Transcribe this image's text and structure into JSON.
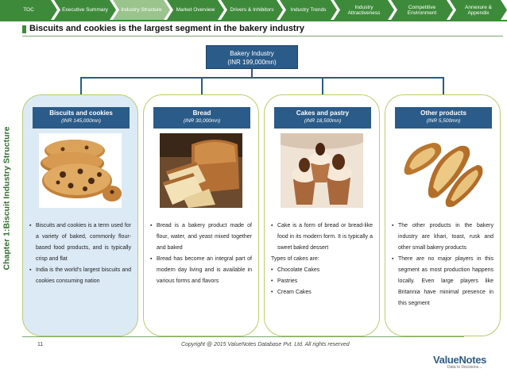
{
  "nav": {
    "tabs": [
      {
        "label": "TOC",
        "active": false
      },
      {
        "label": "Executive Summary",
        "active": false
      },
      {
        "label": "Industry Structure",
        "active": true
      },
      {
        "label": "Market Overview",
        "active": false
      },
      {
        "label": "Drivers & Inhibitors",
        "active": false
      },
      {
        "label": "Industry Trends",
        "active": false
      },
      {
        "label": "Industry Attractiveness",
        "active": false
      },
      {
        "label": "Competitive Environment",
        "active": false
      },
      {
        "label": "Annexure & Appendix",
        "active": false
      }
    ],
    "active_color": "#9bc48d",
    "color": "#3d8b3a"
  },
  "title": "Biscuits and cookies is the largest segment in the bakery industry",
  "chapter_label": "Chapter 1:Biscuit Industry Structure",
  "root": {
    "title": "Bakery Industry",
    "value": "(INR 199,000mn)"
  },
  "cards": [
    {
      "title": "Biscuits and cookies",
      "value": "(INR 145,000mn)",
      "highlighted": true,
      "image": "cookies-image",
      "bullets": [
        "Biscuits and cookies is a term used for a variety of baked, commonly flour-based food products, and is typically crisp and flat",
        "India is the world’s largest biscuits and cookies consuming nation"
      ]
    },
    {
      "title": "Bread",
      "value": "(INR 30,000mn)",
      "highlighted": false,
      "image": "bread-image",
      "bullets": [
        "Bread is a bakery product made of flour, water, and yeast mixed together and baked",
        "Bread has become an integral part of modern day living and is available in various forms and flavors"
      ]
    },
    {
      "title": "Cakes and pastry",
      "value": "(INR 18,500mn)",
      "highlighted": false,
      "image": "cupcakes-image",
      "intro": "Cake is a form of bread or bread-like food in its modern form. It is typically a sweet baked dessert",
      "types_label": "Types of cakes are:",
      "types": [
        "Chocolate Cakes",
        "Pastries",
        "Cream Cakes"
      ]
    },
    {
      "title": "Other products",
      "value": "(INR 5,500mn)",
      "highlighted": false,
      "image": "rusk-image",
      "bullets": [
        "The other products in the bakery industry are khari, toast, rusk and other small bakery products",
        "There are no major players in this segment as most production happens locally. Even large players like Britannia have minimal presence in this segment"
      ]
    }
  ],
  "footer": {
    "page_number": "11",
    "copyright": "Copyright @ 2015 ValueNotes Database Pvt. Ltd. All rights reserved",
    "logo_name": "ValueNotes",
    "logo_tagline": "Data to Decisions..."
  }
}
